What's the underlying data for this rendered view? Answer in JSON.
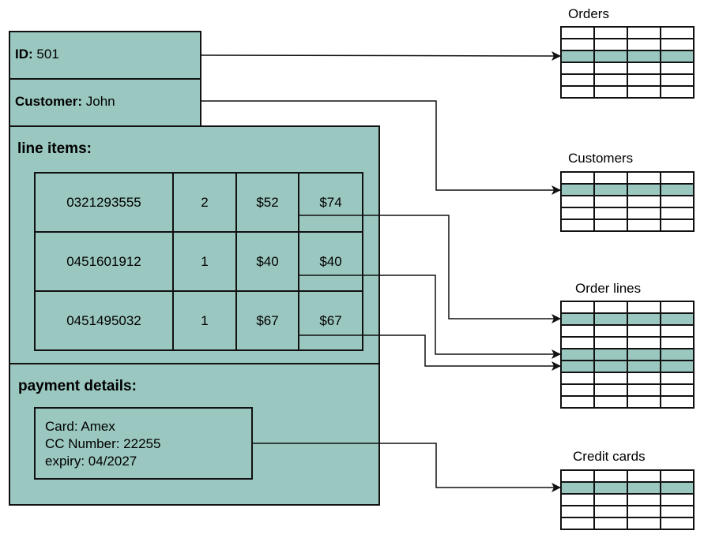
{
  "order": {
    "id_label": "ID:",
    "id_value": "501",
    "customer_label": "Customer:",
    "customer_value": "John"
  },
  "line_items": {
    "title": "line items:",
    "rows": [
      [
        "0321293555",
        "2",
        "$52",
        "$74"
      ],
      [
        "0451601912",
        "1",
        "$40",
        "$40"
      ],
      [
        "0451495032",
        "1",
        "$67",
        "$67"
      ]
    ]
  },
  "payment": {
    "title": "payment details:",
    "card": "Card: Amex",
    "cc_number": "CC Number: 22255",
    "expiry": "expiry: 04/2027"
  },
  "tables": {
    "orders": {
      "title": "Orders",
      "rows": 6,
      "highlight_rows": [
        2
      ]
    },
    "customers": {
      "title": "Customers",
      "rows": 5,
      "highlight_rows": [
        1
      ]
    },
    "order_lines": {
      "title": "Order lines",
      "rows": 9,
      "highlight_rows": [
        1,
        4,
        5
      ]
    },
    "credit_cards": {
      "title": "Credit cards",
      "rows": 5,
      "highlight_rows": [
        1
      ]
    }
  },
  "colors": {
    "fill": "#9ac7bf",
    "stroke": "#111111"
  }
}
